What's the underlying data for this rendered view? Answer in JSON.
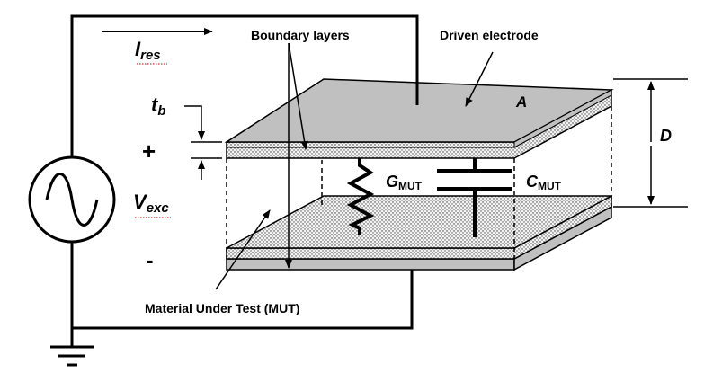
{
  "labels": {
    "current_symbol": "I",
    "current_sub": "res",
    "boundary_layers": "Boundary layers",
    "driven_electrode": "Driven electrode",
    "area": "A",
    "thickness_b_symbol": "t",
    "thickness_b_sub": "b",
    "plus": "+",
    "minus": "-",
    "separation": "D",
    "voltage_symbol": "V",
    "voltage_sub": "exc",
    "conductance_symbol": "G",
    "conductance_sub": "MUT",
    "capacitance_symbol": "C",
    "capacitance_sub": "MUT",
    "material": "Material Under Test (MUT)"
  },
  "colors": {
    "electrode_fill": "#c0c0c0",
    "stroke": "#000000",
    "spellcheck_underline": "#c00000"
  },
  "icons": [
    "ac-source-icon",
    "ground-icon",
    "resistor-icon",
    "capacitor-icon",
    "arrow-icon"
  ]
}
